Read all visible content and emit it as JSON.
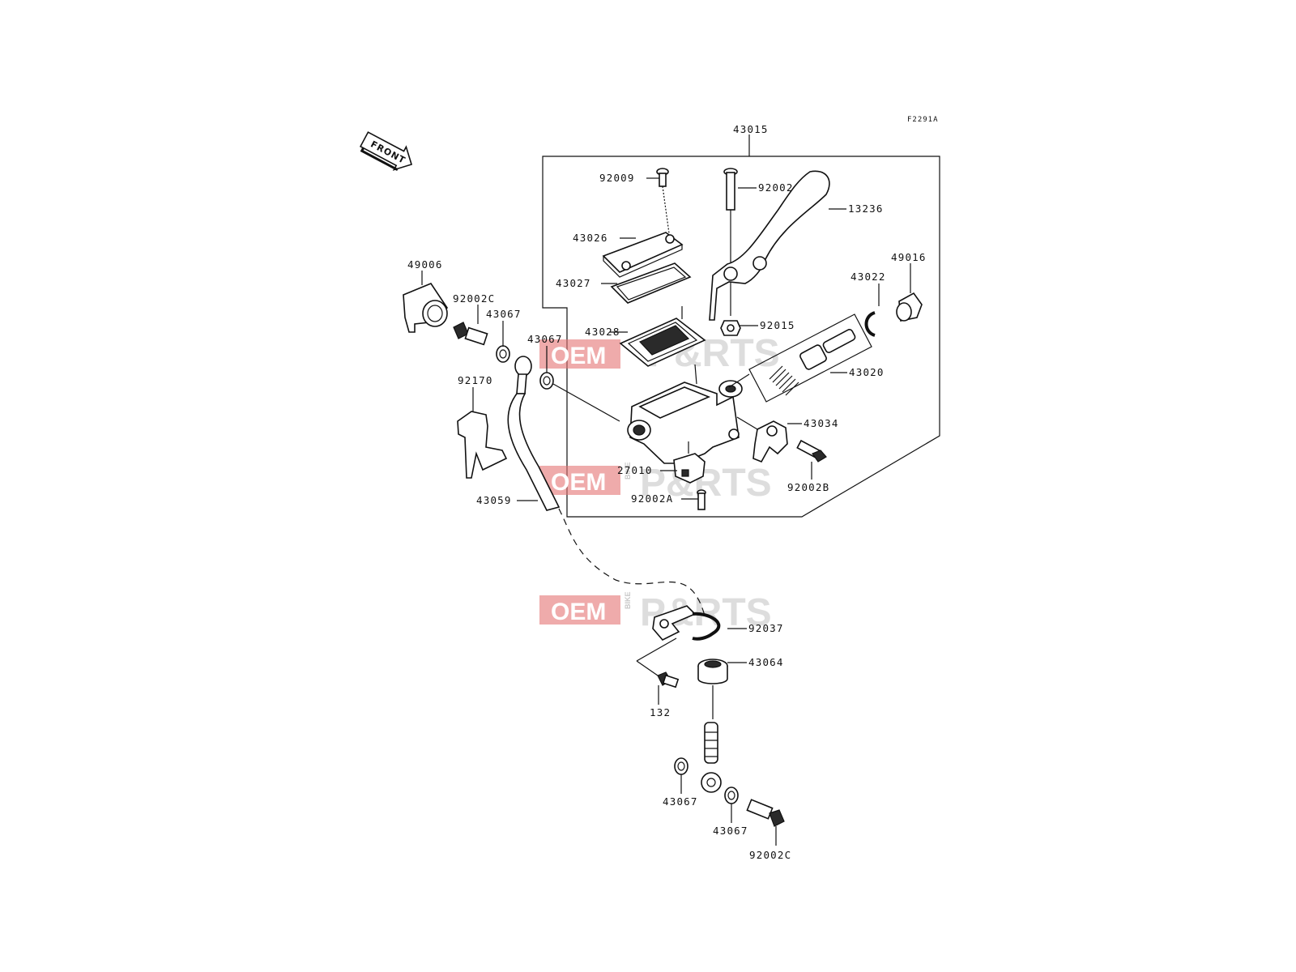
{
  "figure_code": "F2291A",
  "front_label": "FRONT",
  "watermark": {
    "oem": "OEM",
    "bike": "BIKE",
    "parts": "P&RTS",
    "accent": "#e57373"
  },
  "parts": [
    {
      "id": "43015"
    },
    {
      "id": "92009"
    },
    {
      "id": "92002"
    },
    {
      "id": "13236"
    },
    {
      "id": "43026"
    },
    {
      "id": "43027"
    },
    {
      "id": "43022"
    },
    {
      "id": "49016"
    },
    {
      "id": "49006"
    },
    {
      "id": "92002C"
    },
    {
      "id": "43067"
    },
    {
      "id": "43067"
    },
    {
      "id": "92015"
    },
    {
      "id": "43028"
    },
    {
      "id": "92170"
    },
    {
      "id": "43020"
    },
    {
      "id": "43034"
    },
    {
      "id": "27010"
    },
    {
      "id": "92002B"
    },
    {
      "id": "92002A"
    },
    {
      "id": "43059"
    },
    {
      "id": "92037"
    },
    {
      "id": "43064"
    },
    {
      "id": "132"
    },
    {
      "id": "43067"
    },
    {
      "id": "43067"
    },
    {
      "id": "92002C"
    }
  ]
}
